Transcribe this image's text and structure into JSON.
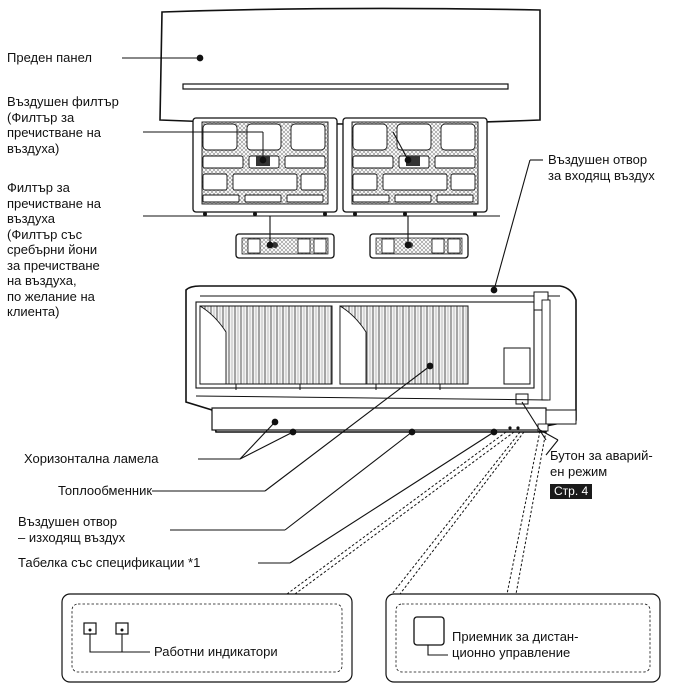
{
  "labels": {
    "front_panel": "Преден панел",
    "air_filter": [
      "Въздушен филтър",
      "(Филтър за",
      "пречистване на",
      "въздуха)"
    ],
    "purify_filter": [
      "Филтър за",
      "пречистване на",
      "въздуха",
      "(Филтър със",
      "сребърни йони",
      "за пречистване",
      "на въздуха,",
      "по желание на",
      "клиента)"
    ],
    "air_inlet": [
      "Въздушен отвор",
      "за входящ въздух"
    ],
    "horizontal_vane": "Хоризонтална ламела",
    "heat_exchanger": "Топлообменник",
    "air_outlet": [
      "Въздушен отвор",
      "– изходящ въздух"
    ],
    "spec_plate": "Табелка със спецификации *1",
    "emergency_button": [
      "Бутон за аварий-",
      "ен режим"
    ],
    "page_ref": "Стр. 4",
    "operation_indicators": "Работни индикатори",
    "remote_receiver": [
      "Приемник за дистан-",
      "ционно управление"
    ]
  }
}
